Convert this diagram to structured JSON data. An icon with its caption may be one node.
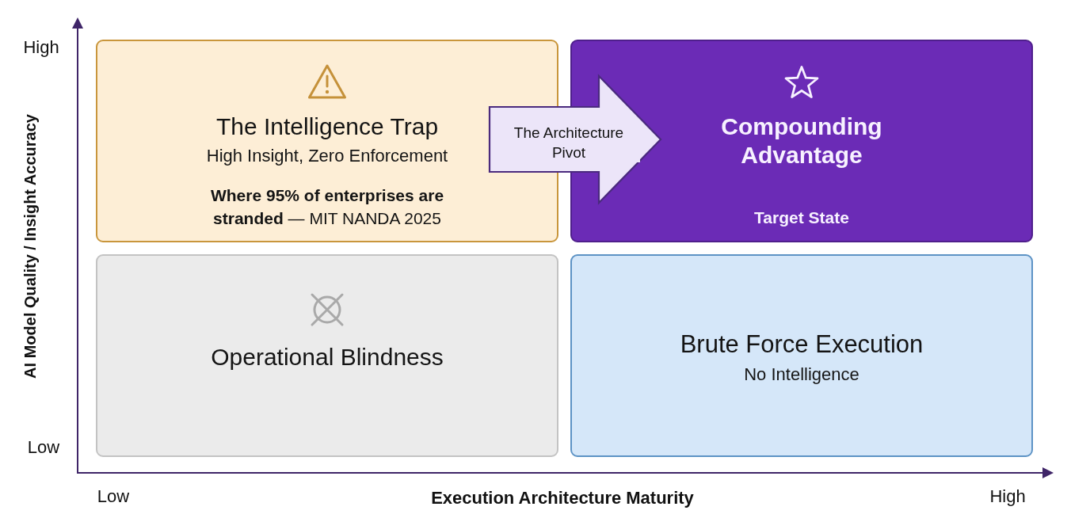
{
  "diagram": {
    "nodes": [
      {
        "text": [
          "The Intelligence Trap",
          "High Insight, Zero Enforcement",
          "**Where 95% of enterprises are stranded** — MIT NANDA 2025"
        ]
      },
      {
        "text": [
          "Compounding Advantage",
          "Target State"
        ]
      },
      {
        "text": [
          "Operational Blindness"
        ]
      },
      {
        "text": [
          "Brute Force Execution",
          "No Intelligence"
        ]
      }
    ],
    "edges": [
      {
        "from": 0,
        "to": 1,
        "arrow": "to",
        "label": "The Architecture Pivot",
        "style": "thick"
      }
    ],
    "labels": [
      "High",
      "AI Model Quality / Insight Accuracy",
      "Low",
      "Low",
      "Execution Architecture Maturity",
      "High"
    ]
  }
}
